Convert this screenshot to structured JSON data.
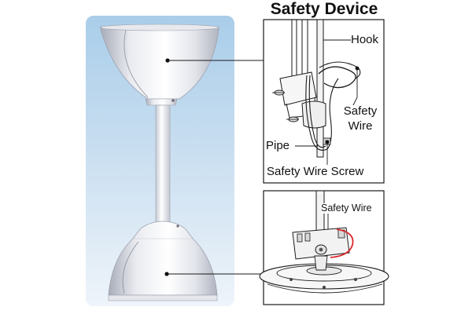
{
  "title": "Safety Device",
  "labels": {
    "hook": "Hook",
    "safety_wire_1": "Safety",
    "safety_wire_2": "Wire",
    "pipe": "Pipe",
    "safety_wire_screw": "Safety Wire Screw",
    "safety_wire_bottom": "Safety Wire"
  },
  "colors": {
    "panel_top": "#a9cde9",
    "panel_bottom": "#eaf2f9",
    "canopy_light": "#ffffff",
    "canopy_dark": "#b4b8c4",
    "safety_wire_red": "#d9262b",
    "line": "#1a1a1a"
  }
}
